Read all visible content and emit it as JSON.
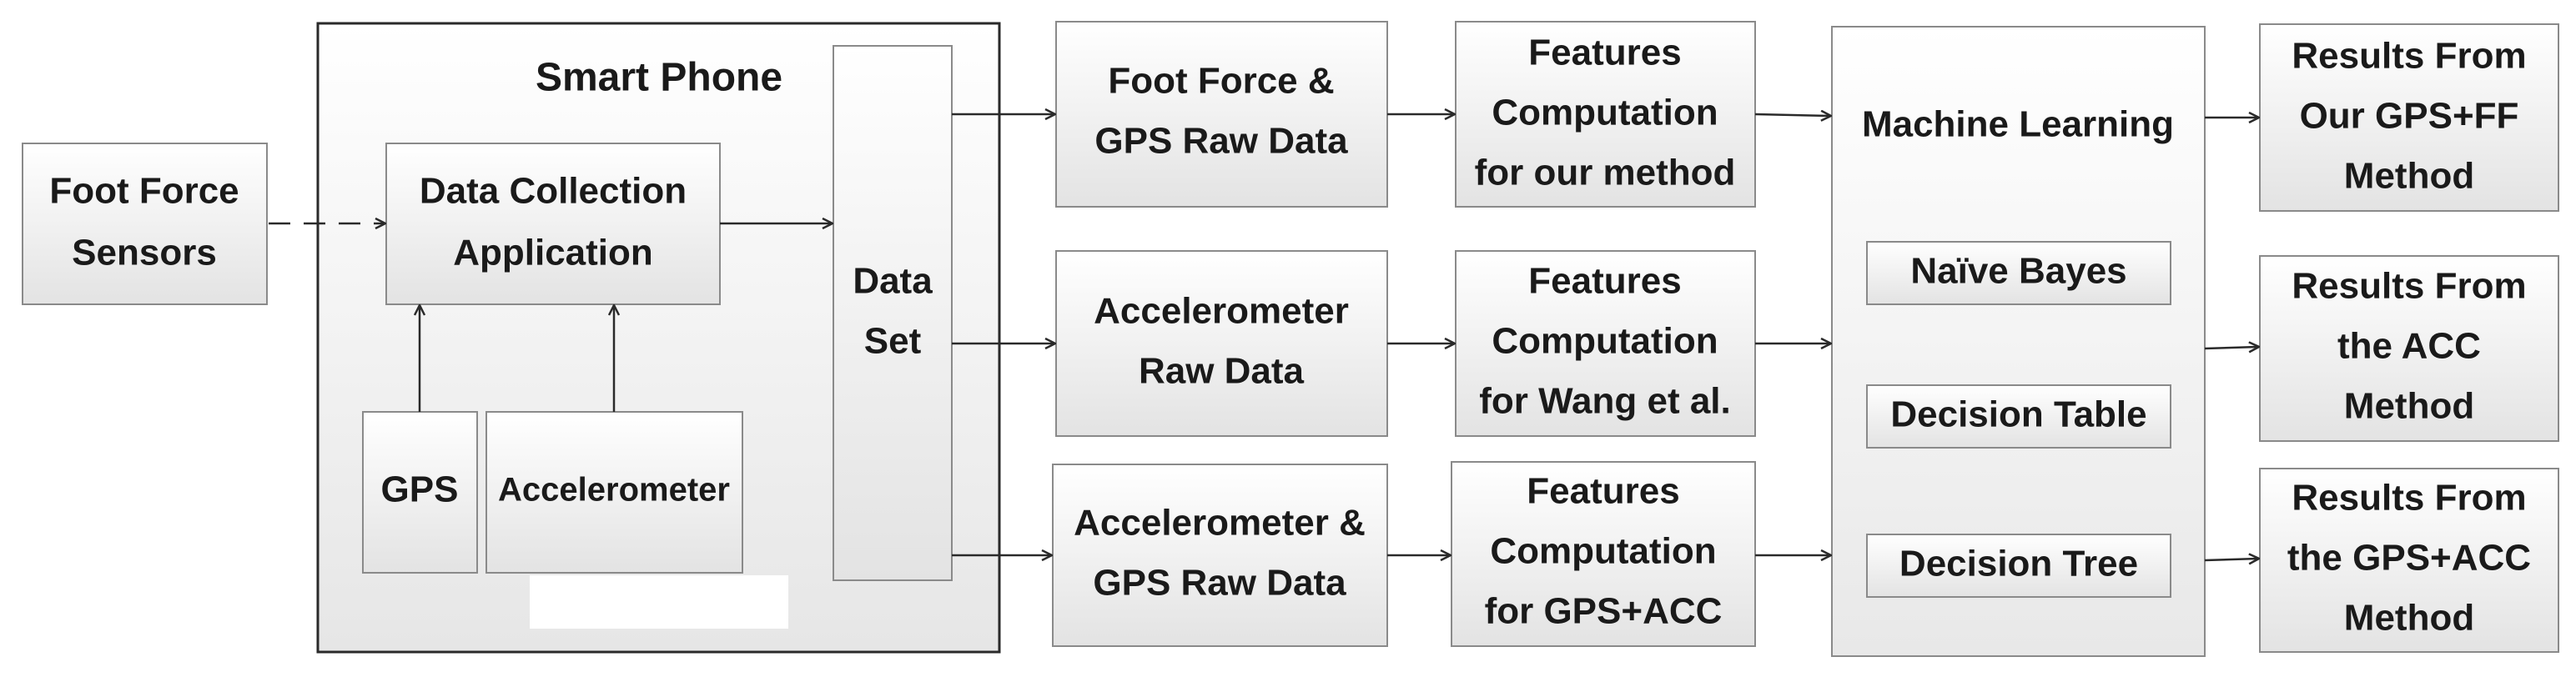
{
  "diagram": {
    "foot_force_sensors": [
      "Foot Force",
      "Sensors"
    ],
    "smart_phone": "Smart Phone",
    "data_collection_app": [
      "Data Collection",
      "Application"
    ],
    "gps": "GPS",
    "accelerometer": "Accelerometer",
    "data_set": [
      "Data",
      "Set"
    ],
    "raw_ff_gps": [
      "Foot Force &",
      "GPS Raw Data"
    ],
    "raw_acc": [
      "Accelerometer",
      "Raw Data"
    ],
    "raw_acc_gps": [
      "Accelerometer &",
      "GPS Raw Data"
    ],
    "feat_ours": [
      "Features",
      "Computation",
      "for our method"
    ],
    "feat_wang": [
      "Features",
      "Computation",
      "for Wang et al."
    ],
    "feat_gps_acc": [
      "Features",
      "Computation",
      "for GPS+ACC"
    ],
    "machine_learning": "Machine Learning",
    "naive_bayes": "Naïve Bayes",
    "decision_table": "Decision Table",
    "decision_tree": "Decision Tree",
    "results_ours": [
      "Results From",
      "Our GPS+FF",
      "Method"
    ],
    "results_acc": [
      "Results From",
      "the ACC",
      "Method"
    ],
    "results_gps_acc": [
      "Results From",
      "the GPS+ACC",
      "Method"
    ]
  }
}
